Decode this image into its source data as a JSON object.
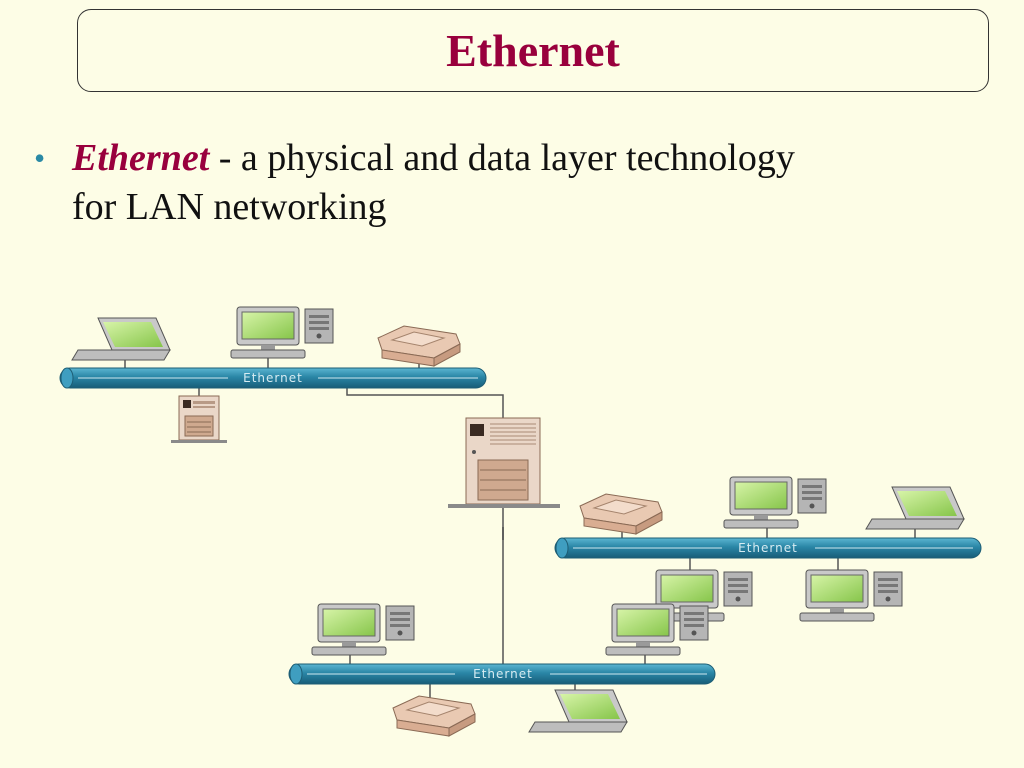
{
  "slide": {
    "title": "Ethernet",
    "bullet": {
      "term": "Ethernet",
      "text_line1": " - a physical and data layer technology",
      "text_line2": "for LAN networking"
    }
  },
  "diagram": {
    "bus_labels": [
      "Ethernet",
      "Ethernet",
      "Ethernet"
    ],
    "colors": {
      "bus": "#2a86a6",
      "title": "#99003d",
      "bullet": "#2a8aa5",
      "background": "#fdfde6",
      "device_beige": "#e9c9b2",
      "screen": "#a9e06a"
    },
    "devices": [
      "laptop-icon",
      "desktop-computer-icon",
      "printer-icon",
      "tower-computer-icon",
      "server-icon",
      "printer-icon",
      "desktop-computer-icon",
      "laptop-icon",
      "desktop-computer-icon",
      "desktop-computer-icon",
      "desktop-computer-icon",
      "desktop-computer-icon",
      "printer-icon",
      "laptop-icon"
    ]
  }
}
